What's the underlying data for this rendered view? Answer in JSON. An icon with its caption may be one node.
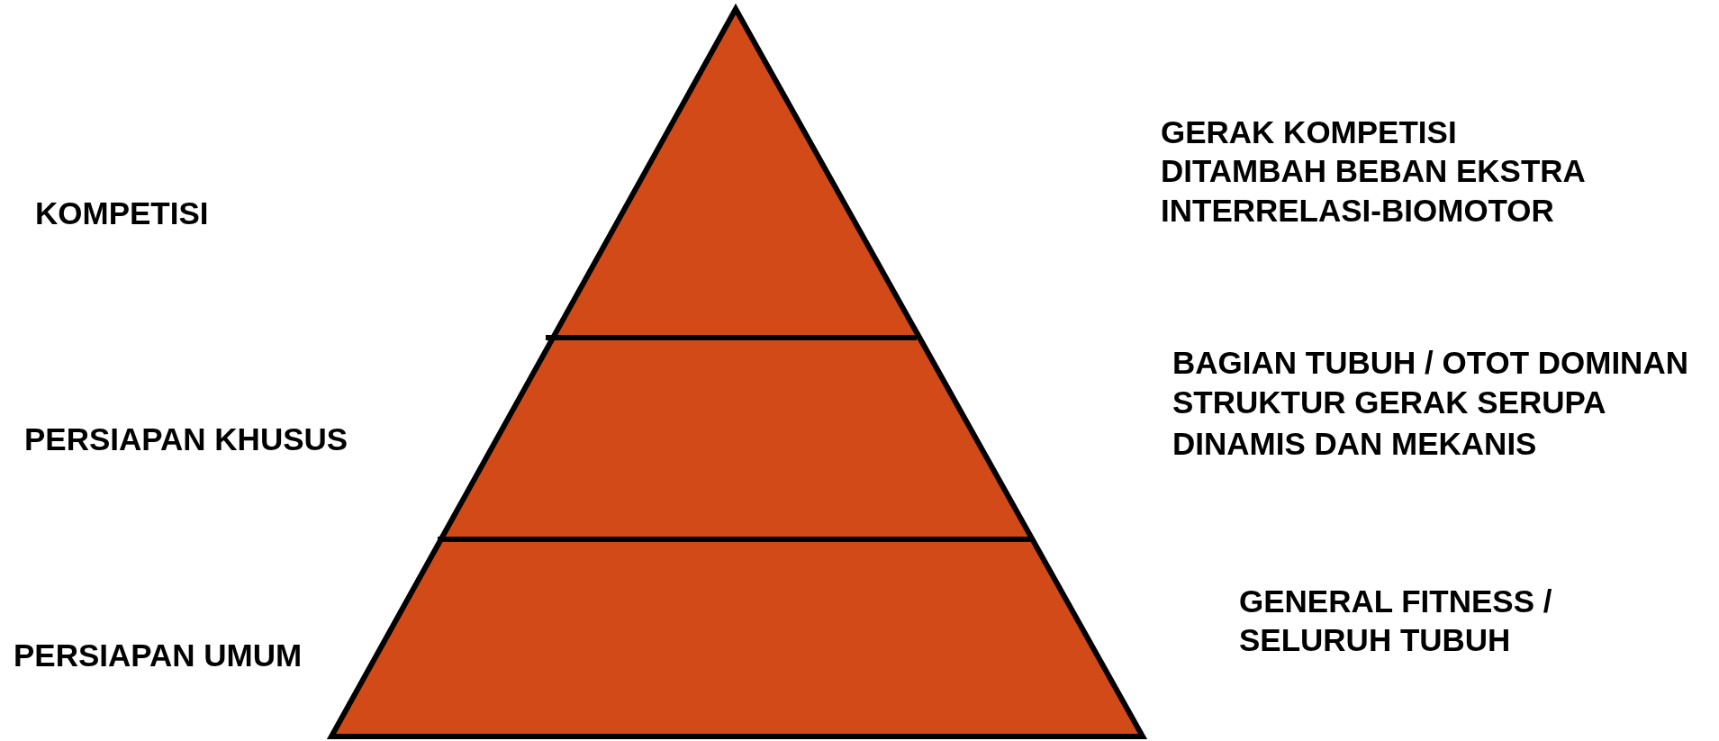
{
  "diagram": {
    "labels": [
      "KOMPETISI",
      "GERAK KOMPETISI",
      "DITAMBAH BEBAN EKSTRA",
      "INTERRELASI-BIOMOTOR",
      "PERSIAPAN KHUSUS",
      "BAGIAN TUBUH / OTOT DOMINAN",
      "STRUKTUR GERAK SERUPA",
      "DINAMIS DAN MEKANIS",
      "PERSIAPAN UMUM",
      "GENERAL FITNESS / SELURUH TUBUH"
    ]
  }
}
